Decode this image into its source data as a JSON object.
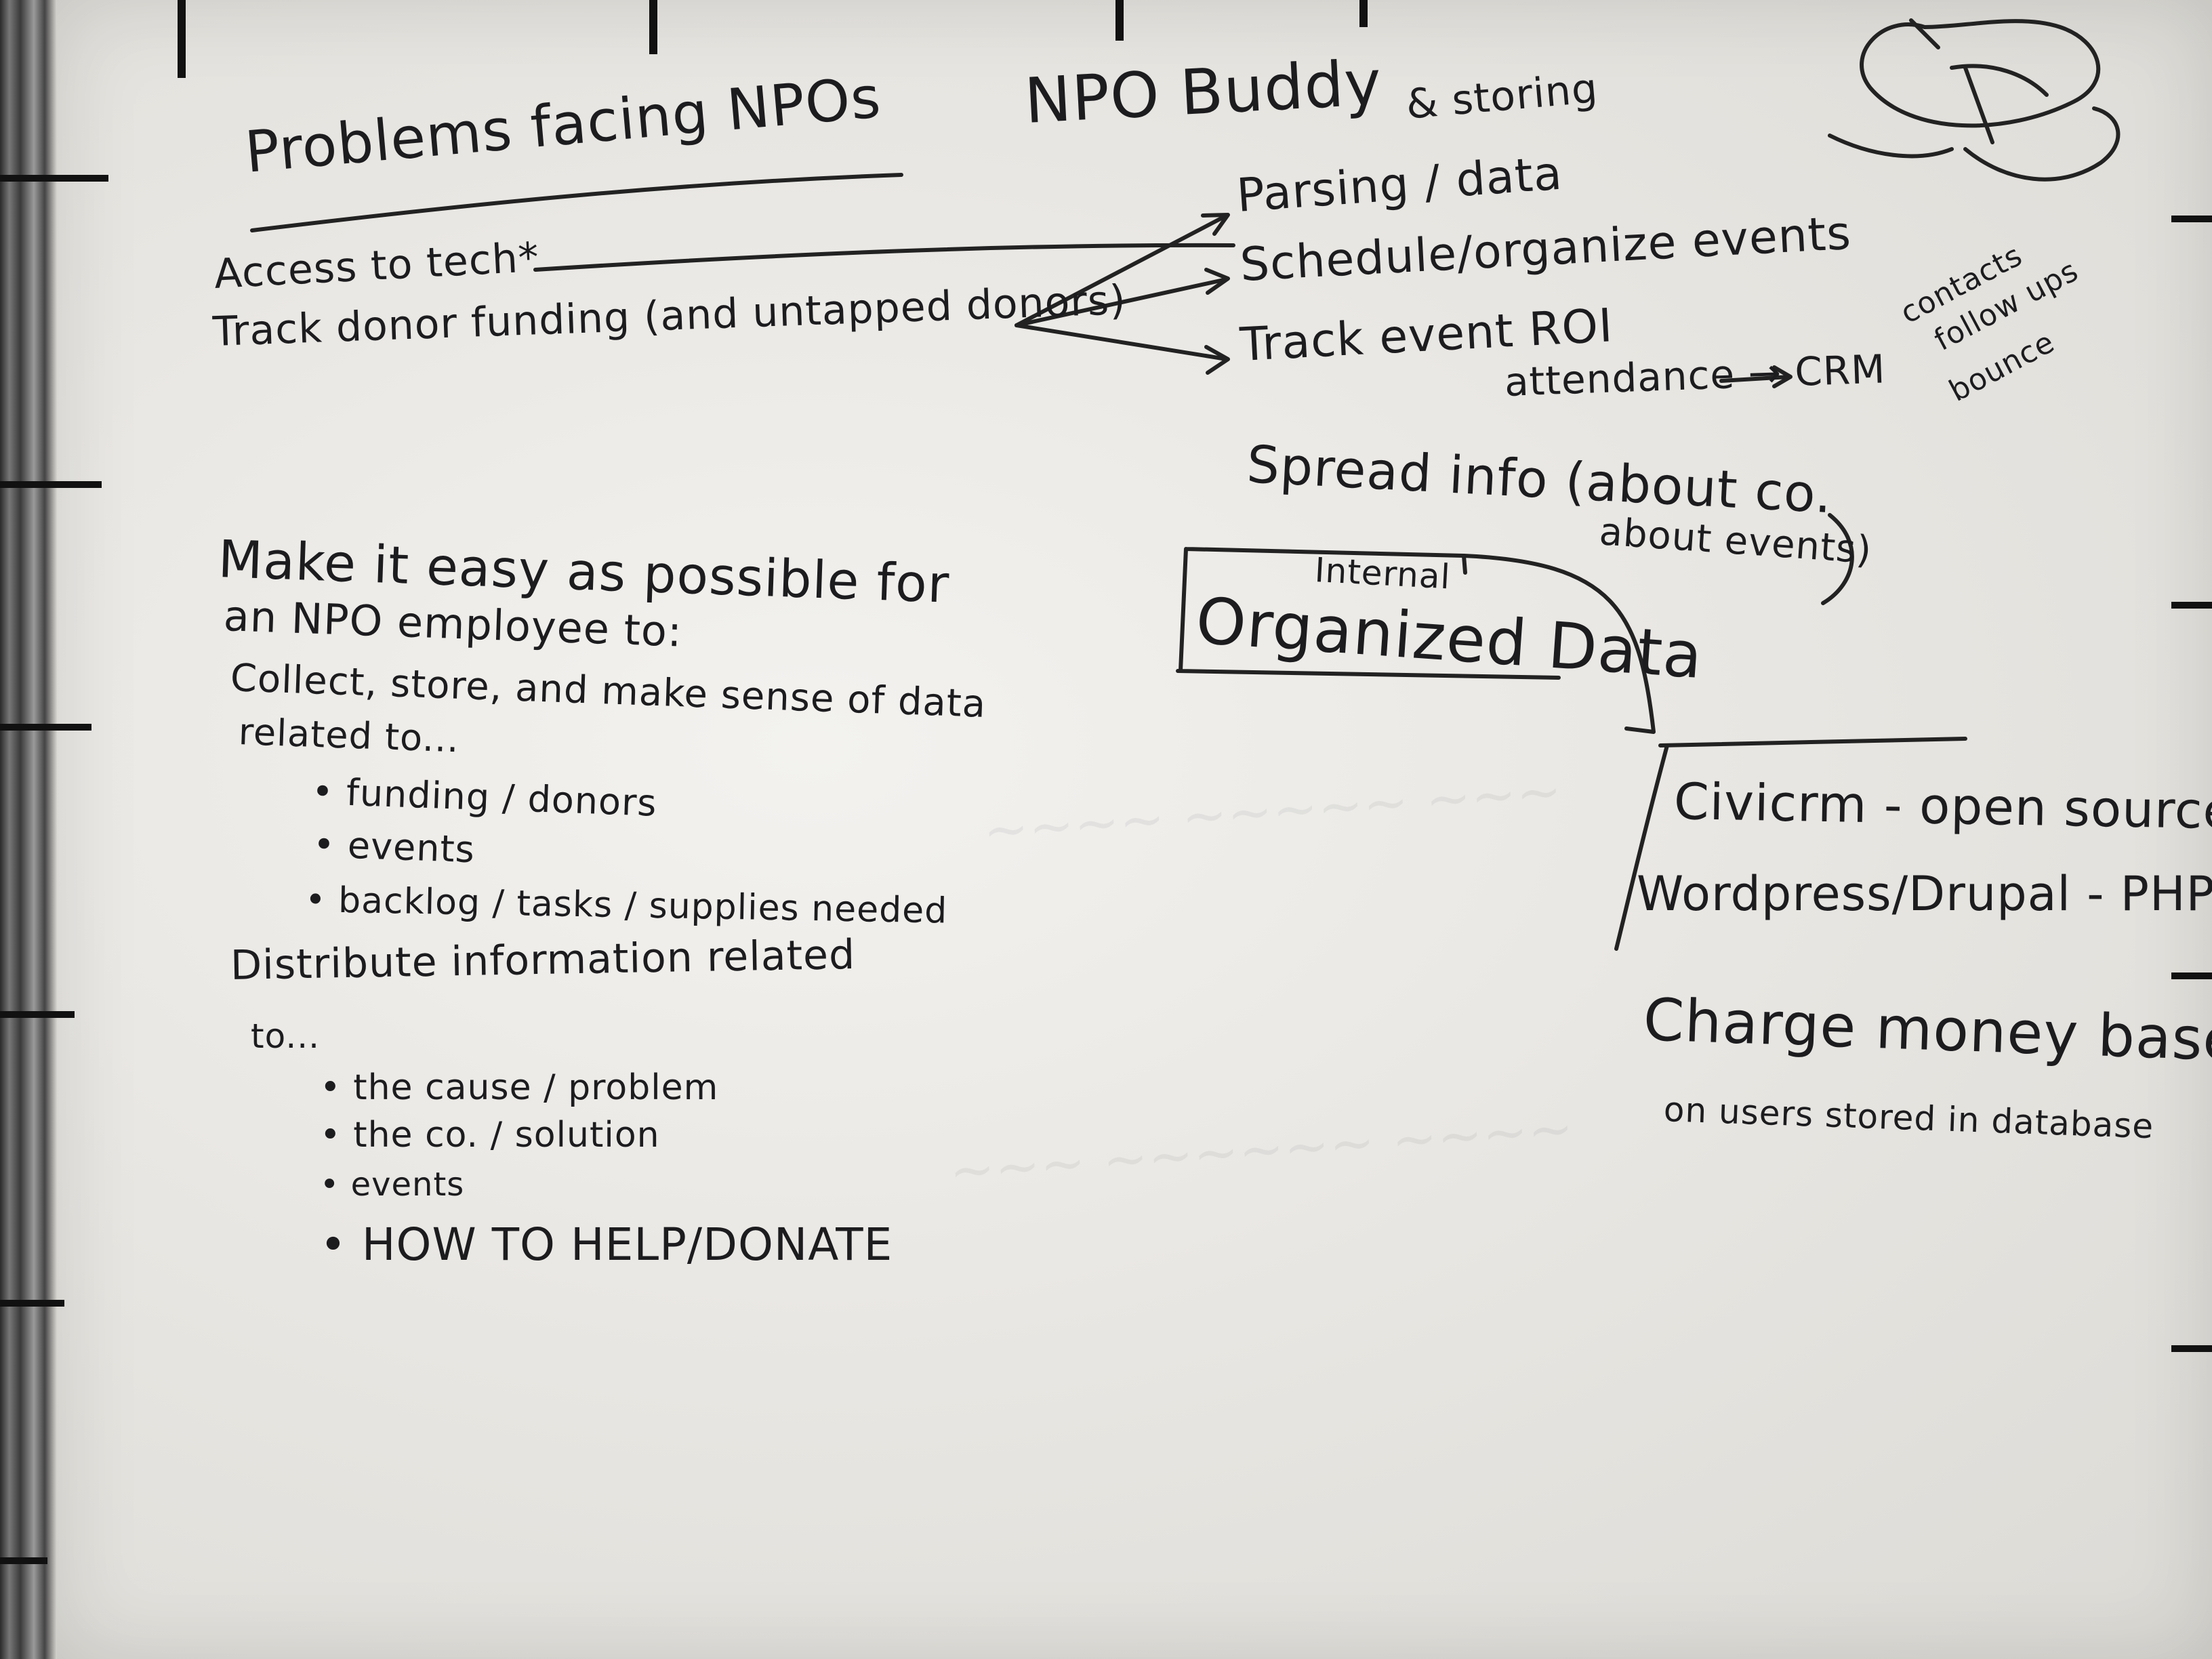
{
  "title": "NPO Buddy",
  "problems": {
    "heading": "Problems facing NPOs",
    "items": [
      "Access to tech*",
      "Track donor funding (and untapped donors)"
    ]
  },
  "features": {
    "storing_note": "& storing",
    "parsing": "Parsing / data",
    "schedule": "Schedule/organize events",
    "track_roi": "Track event ROI",
    "attendance": "attendance → CRM",
    "crm_notes": [
      "contacts",
      "follow ups",
      "bounce"
    ],
    "spread_info": "Spread info (about co.",
    "spread_info_2": "about events)"
  },
  "data_box": {
    "top": "Internal",
    "main": "Organized Data"
  },
  "tech": {
    "civicrm": "Civicrm - open source",
    "wordpress": "Wordpress/Drupal - PHP"
  },
  "pricing": {
    "line1": "Charge money based",
    "line2": "on users stored in database"
  },
  "goal": {
    "line1": "Make it easy as possible for",
    "line2": "an NPO employee to:",
    "line3": "Collect, store, and make sense of data",
    "line4": "related to...",
    "collect_items": [
      "funding / donors",
      "events",
      "backlog / tasks / supplies needed"
    ],
    "line5": "Distribute information related",
    "line6": "to...",
    "distribute_items": [
      "the cause / problem",
      "the co. / solution",
      "events",
      "HOW TO HELP/DONATE"
    ]
  }
}
